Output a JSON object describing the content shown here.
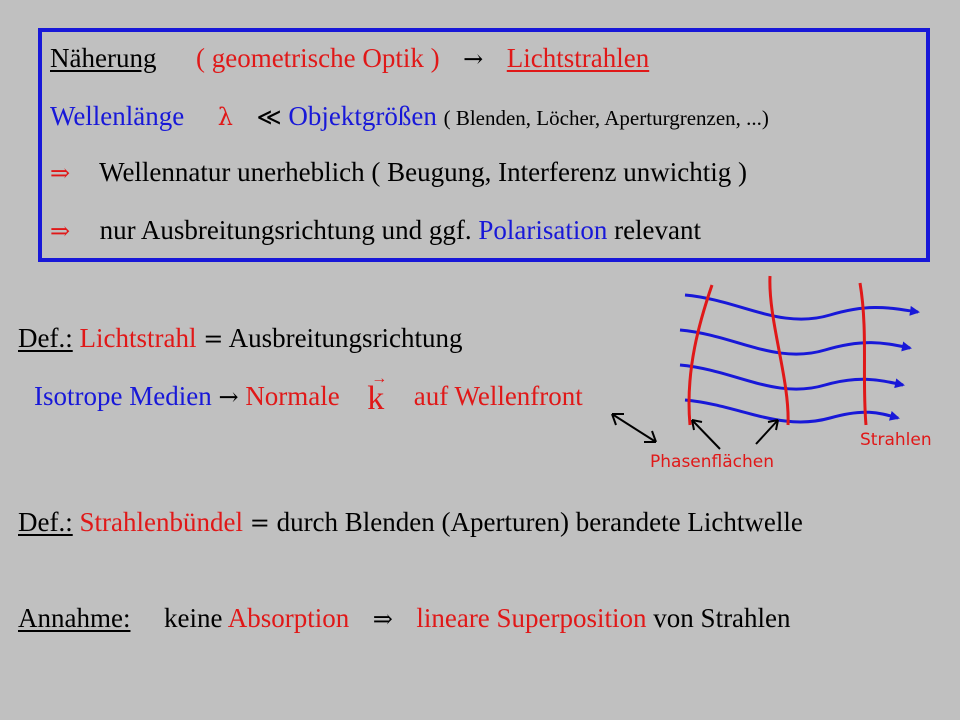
{
  "box": {
    "l1_naeherung": "Näherung",
    "l1_geo": "( geometrische  Optik )",
    "l1_arrow": "→",
    "l1_licht": "Lichtstrahlen",
    "l2_wellen": "Wellenlänge",
    "l2_lambda": "λ",
    "l2_ll": "≪",
    "l2_obj": "Objektgrößen",
    "l2_paren": "( Blenden, Löcher, Aperturgrenzen, ...)",
    "l3_implies": "⇒",
    "l3_text": "Wellennatur  unerheblich  ( Beugung,  Interferenz  unwichtig )",
    "l4_implies": "⇒",
    "l4_text_a": "nur Ausbreitungsrichtung und ggf.",
    "l4_polar": "Polarisation",
    "l4_text_b": "relevant"
  },
  "def1": {
    "label": "Def.:",
    "term": "Lichtstrahl",
    "eq": "=",
    "text": "Ausbreitungsrichtung"
  },
  "iso": {
    "text_a": "Isotrope Medien",
    "arrow": "→",
    "normale": "Normale",
    "k_arrow": "→",
    "k": "k",
    "text_b": "auf Wellenfront"
  },
  "figure": {
    "phasen": "Phasenflächen",
    "strahlen": "Strahlen",
    "colors": {
      "wave": "#e01818",
      "ray": "#1818d8",
      "pointer": "#000000"
    }
  },
  "def2": {
    "label": "Def.:",
    "term": "Strahlenbündel",
    "eq": "=",
    "text": "durch Blenden (Aperturen) berandete Lichtwelle"
  },
  "annahme": {
    "label": "Annahme:",
    "text_a": "keine",
    "absorption": "Absorption",
    "implies": "⇒",
    "superpos": "lineare Superposition",
    "text_b": "von Strahlen"
  }
}
